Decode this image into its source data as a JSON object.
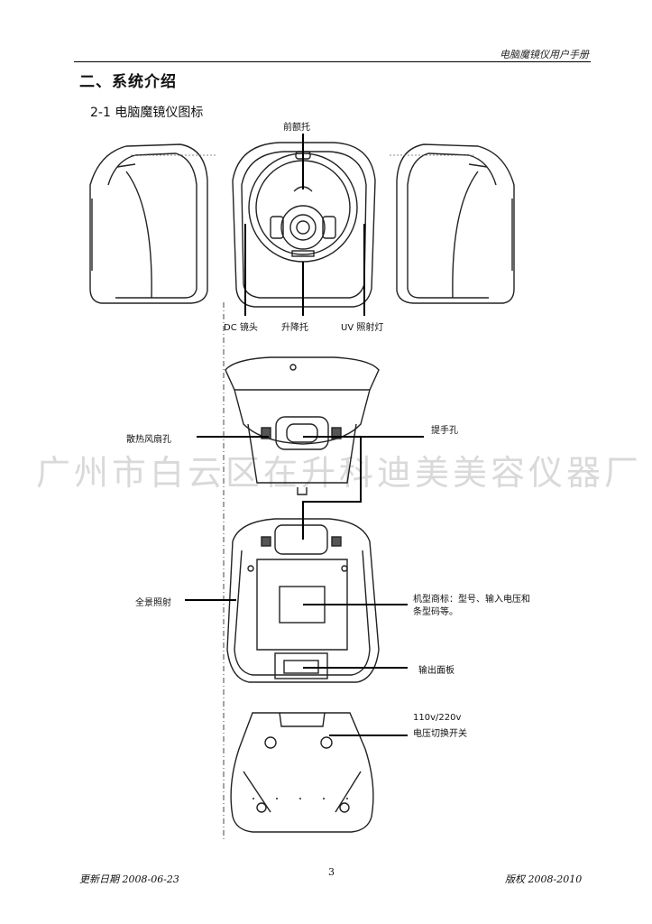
{
  "header": {
    "title": "电脑魔镜仪用户手册"
  },
  "section": {
    "title": "二、系统介绍"
  },
  "subsection": {
    "title": "2-1 电脑魔镜仪图标"
  },
  "labels": {
    "forehead_rest": "前额托",
    "dc_lens": "DC 镜头",
    "lift_rest": "升降托",
    "uv_light": "UV 照射灯",
    "cooling_fan": "散热风扇孔",
    "handle": "提手孔",
    "panoramic_light": "全景照射",
    "model_label": "机型商标：型号、输入电压和条型码等。",
    "output_panel": "输出面板",
    "voltage_line1": "110v/220v",
    "voltage_line2": "电压切换开关"
  },
  "watermark": "广州市白云区在升科迪美美容仪器厂",
  "footer": {
    "update_date": "更新日期 2008-06-23",
    "page_number": "3",
    "copyright": "版权 2008-2010"
  }
}
